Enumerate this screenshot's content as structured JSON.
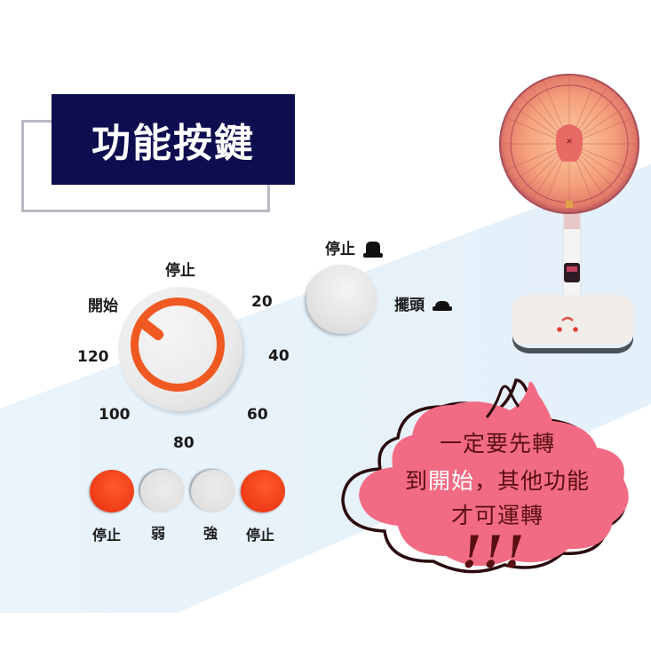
{
  "header": {
    "title": "功能按鍵"
  },
  "timer_dial": {
    "top_label": "停止",
    "start_label": "開始",
    "marks": [
      "20",
      "40",
      "60",
      "80",
      "100",
      "120"
    ]
  },
  "swing_button": {
    "stop_label": "停止",
    "swing_label": "擺頭"
  },
  "mode_buttons": [
    {
      "label": "停止",
      "color": "red"
    },
    {
      "label": "弱",
      "color": "grey"
    },
    {
      "label": "強",
      "color": "grey"
    },
    {
      "label": "停止",
      "color": "red"
    }
  ],
  "notice": {
    "line1": "一定要先轉",
    "line2_prefix": "到",
    "line2_highlight": "開始",
    "line2_suffix": "，其他功能",
    "line3": "才可運轉",
    "exclaim": "!!!"
  },
  "colors": {
    "header_bg": "#0d0d4f",
    "accent_orange": "#f05a22",
    "cloud_pink": "#f26b84",
    "text_dark_red": "#5a0f10",
    "band_blue": "#e8f3fb"
  }
}
